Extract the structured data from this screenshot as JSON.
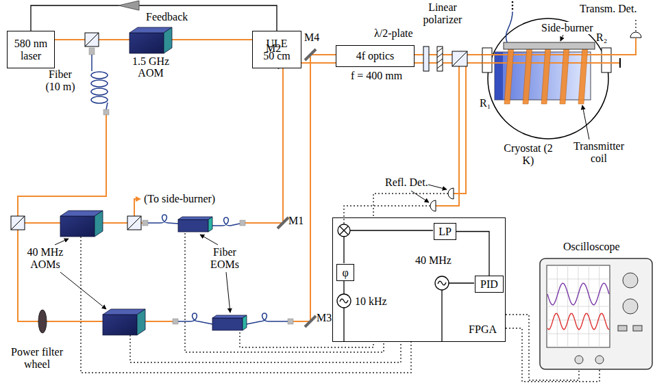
{
  "diagram": {
    "nodes": [
      {
        "text": [
          "580 nm laser"
        ]
      },
      {
        "text": [
          "1.5 GHz AOM"
        ]
      },
      {
        "text": [
          "ULE 50 cm"
        ]
      },
      {
        "text": [
          "4f optics"
        ]
      },
      {
        "text": [
          "FPGA"
        ]
      },
      {
        "text": [
          "LP"
        ],
        "in": 4
      },
      {
        "text": [
          "φ"
        ],
        "in": 4
      },
      {
        "text": [
          "PID"
        ],
        "in": 4
      }
    ],
    "edges": [
      {
        "from": 2,
        "to": 0,
        "arrow": "none",
        "label": "Feedback"
      },
      {
        "from": 0,
        "to": 1,
        "arrow": "none"
      },
      {
        "from": 1,
        "to": 2,
        "arrow": "none"
      },
      {
        "from": 5,
        "to": 7,
        "arrow": "none"
      }
    ],
    "labels": [
      "Fiber (10 m)",
      "(To side-burner)",
      "M1",
      "M2",
      "M3",
      "M4",
      "40 MHz AOMs",
      "Fiber EOMs",
      "Power filter wheel",
      "f = 400 mm",
      "λ/2-plate",
      "Linear polarizer",
      "Transm. Det.",
      "Side-burner",
      "R₂",
      "R₁",
      "Refl. Det.",
      "Cryostat (2 K)",
      "Transmitter coil",
      "Oscilloscope",
      "40 MHz",
      "10 kHz"
    ]
  }
}
